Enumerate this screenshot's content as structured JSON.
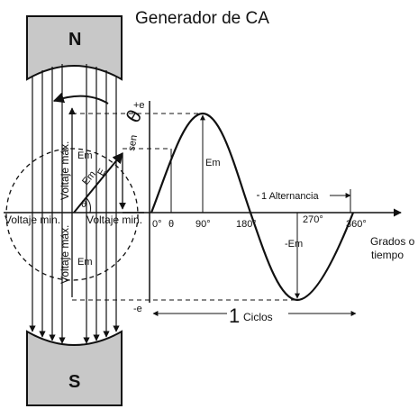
{
  "title": "Generador de CA",
  "magnet": {
    "north_label": "N",
    "south_label": "S",
    "voltage_min_left": "Voltaje min.",
    "voltage_min_right": "Voltaje min.",
    "voltage_max_upper": "Voltaje máx.",
    "voltage_max_lower": "Voltaje máx.",
    "em_label_1": "Em",
    "em_label_2": "Em",
    "em_label_3": "Em",
    "esen_label": "E",
    "esen_sub": "sen",
    "sen_label": "sen",
    "theta_symbol": "θ",
    "theta_small": "θ"
  },
  "graph": {
    "plus_e": "+e",
    "minus_e": "-e",
    "tick_0": "0°",
    "tick_theta": "θ",
    "tick_90": "90°",
    "tick_180": "180°",
    "tick_270": "270°",
    "tick_360": "360°",
    "em_positive": "Em",
    "em_negative": "-Em",
    "alternation": "1 Alternancia",
    "cycles_number": "1",
    "cycles_word": "Ciclos",
    "axis_label_line1": "Grados o",
    "axis_label_line2": "tiempo"
  },
  "colors": {
    "ink": "#111111",
    "pole_fill": "#c8c8c8"
  }
}
